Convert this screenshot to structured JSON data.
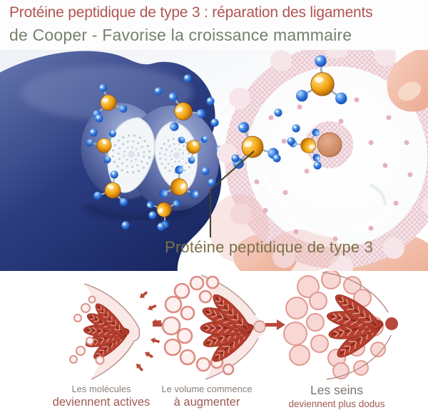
{
  "header": {
    "title_line1": "Protéine peptidique de type 3 : réparation des ligaments",
    "title_line2": "de Cooper - Favorise la croissance mammaire"
  },
  "annotation": {
    "patch_label": "Protéine peptidique de type 3"
  },
  "stages": [
    {
      "line1": "Les molécules",
      "line2": "deviennent actives"
    },
    {
      "line1": "Le volume commence",
      "line2": "à augmenter"
    },
    {
      "line1": "Les seins",
      "line2": "deviennent plus dodus"
    }
  ],
  "icons": {
    "progress_arrow": "right-arrow",
    "molecule": "amber-core-with-blue-atoms"
  },
  "colors": {
    "title_red": "#b25551",
    "title_green": "#75816c",
    "label_olive": "#7d7245",
    "caption_muted": "#877f78",
    "caption_accent": "#9e5b51",
    "caption3_first": "#7b736c",
    "arrow_red": "#b8473c",
    "duct_red": "#b5402f",
    "lobule_pink": "#fdf0ee",
    "torso_blue": "#2c3c80",
    "patch_white": "#f6f8fa",
    "molecule_amber": "#eb9000",
    "molecule_blue": "#2a6fd8",
    "skin": "#f2c3b0"
  }
}
